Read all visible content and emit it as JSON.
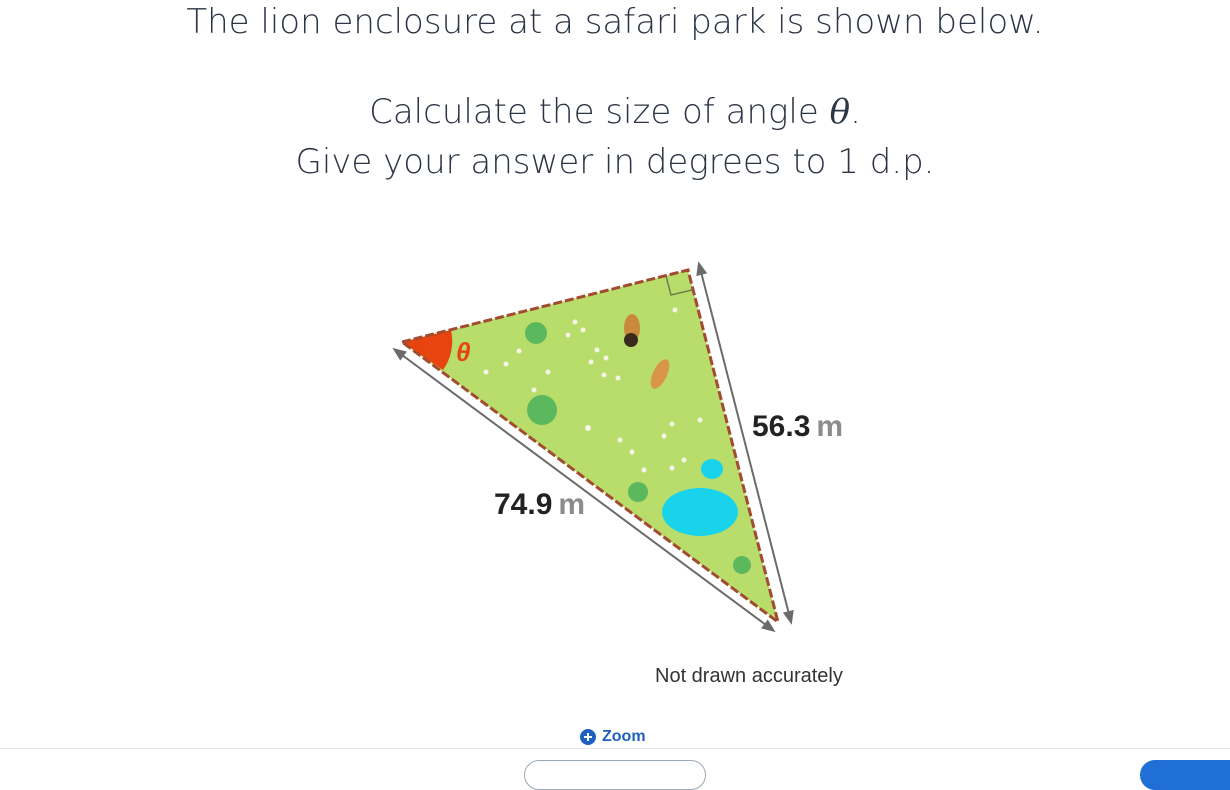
{
  "question": {
    "intro": "The lion enclosure at a safari park is shown below.",
    "line1_prefix": "Calculate the size of angle ",
    "theta_symbol": "θ",
    "line1_suffix": ".",
    "line2": "Give your answer in degrees to 1 d.p."
  },
  "diagram": {
    "hypotenuse_value": "74.9",
    "side_value": "56.3",
    "unit": "m",
    "angle_label": "θ",
    "note": "Not drawn accurately",
    "colors": {
      "grass": "#b9dd6a",
      "fence": "#a34b30",
      "angle": "#e8440f",
      "water": "#19d3ec",
      "bush": "#5cb85c",
      "arrow": "#6b6b6b"
    }
  },
  "controls": {
    "zoom_label": "Zoom"
  }
}
